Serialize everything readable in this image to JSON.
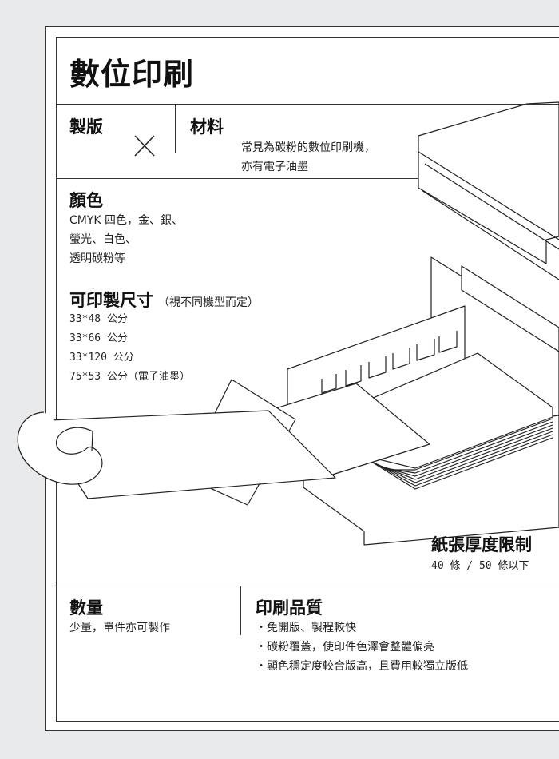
{
  "title": "數位印刷",
  "plate": {
    "heading": "製版",
    "symbol": "✕"
  },
  "material": {
    "heading": "材料",
    "lines": [
      "常見為碳粉的數位印刷機，",
      "亦有電子油墨"
    ]
  },
  "color": {
    "heading": "顏色",
    "lines": [
      "CMYK 四色，金、銀、",
      "螢光、白色、",
      "透明碳粉等"
    ]
  },
  "size": {
    "heading": "可印製尺寸",
    "note": "（視不同機型而定）",
    "lines": [
      "33*48 公分",
      "33*66 公分",
      "33*120 公分",
      "75*53 公分（電子油墨）"
    ]
  },
  "paper": {
    "heading": "紙張厚度限制",
    "value": "40 條 / 50 條以下"
  },
  "quantity": {
    "heading": "數量",
    "value": "少量，單件亦可製作"
  },
  "quality": {
    "heading": "印刷品質",
    "items": [
      "・免開版、製程較快",
      "・碳粉覆蓋，使印件色澤會整體偏亮",
      "・顯色穩定度較合版高，且費用較獨立版低"
    ]
  }
}
